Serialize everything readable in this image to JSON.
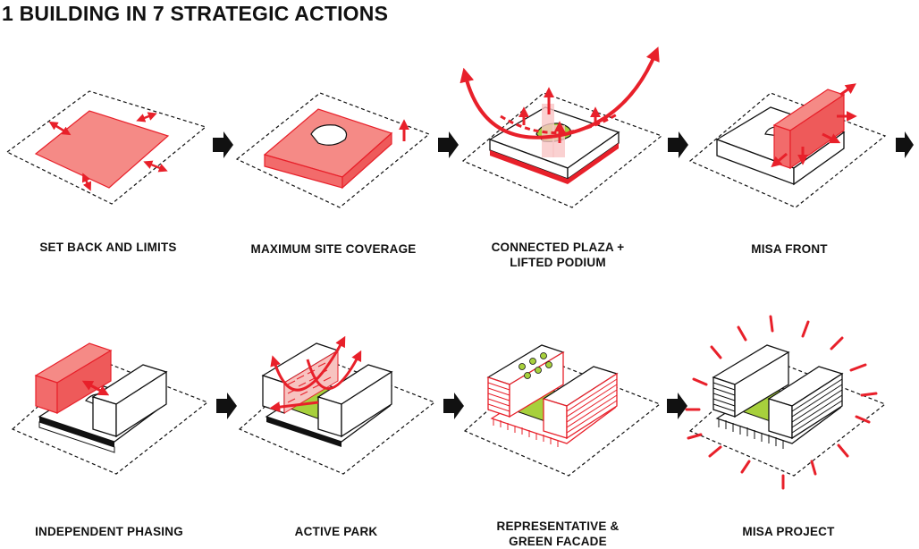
{
  "title": "1 BUILDING IN 7 STRATEGIC ACTIONS",
  "colors": {
    "accent": "#e8202a",
    "fill_red": "#f26b6b",
    "green": "#a7d03c",
    "ink": "#111111"
  },
  "steps": [
    {
      "label": "SET BACK AND LIMITS"
    },
    {
      "label": "MAXIMUM SITE COVERAGE"
    },
    {
      "label": "CONNECTED PLAZA +",
      "label2": "LIFTED PODIUM"
    },
    {
      "label": "MISA FRONT"
    },
    {
      "label": "INDEPENDENT PHASING"
    },
    {
      "label": "ACTIVE PARK"
    },
    {
      "label": "REPRESENTATIVE &",
      "label2": "GREEN FACADE"
    },
    {
      "label": "MISA PROJECT"
    }
  ],
  "icons": {
    "step_arrow": "arrow-right-icon"
  }
}
